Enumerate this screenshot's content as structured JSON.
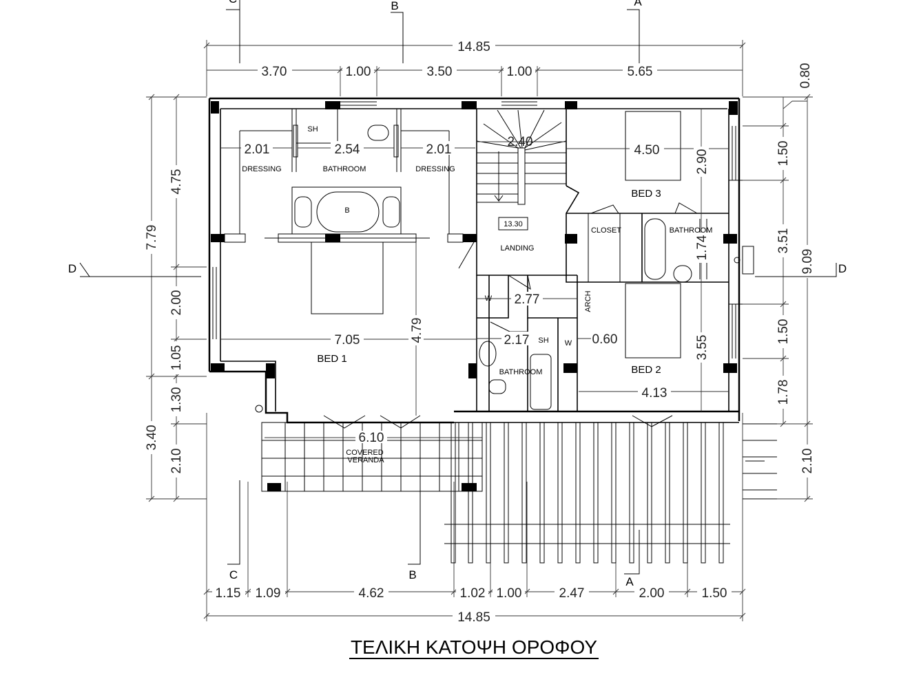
{
  "title": "ΤΕΛΙΚΗ ΚΑΤΟΨΗ ΟΡΟΦΟΥ",
  "sections": {
    "A": "A",
    "B": "B",
    "C": "C",
    "D": "D"
  },
  "dimensions_top": {
    "overall": "14.85",
    "d1": "3.70",
    "d2": "1.00",
    "d3": "3.50",
    "d4": "1.00",
    "d5": "5.65"
  },
  "dimensions_bottom": {
    "overall": "14.85",
    "d1": "1.15",
    "d2": "1.09",
    "d3": "4.62",
    "d4": "1.02",
    "d5": "1.00",
    "d6": "2.47",
    "d7": "2.00",
    "d8": "1.50"
  },
  "dimensions_left": {
    "outer_top": "7.79",
    "outer_bottom": "3.40",
    "d1": "4.75",
    "d2": "2.00",
    "d3": "1.05",
    "d4": "1.30",
    "d5": "2.10"
  },
  "dimensions_right": {
    "outer": "9.09",
    "d0": "0.80",
    "d1": "1.50",
    "d2": "3.51",
    "d3": "1.50",
    "d4": "1.78",
    "d5": "2.10"
  },
  "interior_dimensions": {
    "dressing_left": "2.01",
    "bathroom_width": "2.54",
    "dressing_right": "2.01",
    "stair": "2.40",
    "bed3_width": "4.50",
    "bed3_depth": "2.90",
    "bed1_width": "7.05",
    "bed1_depth": "4.79",
    "veranda_width": "6.10",
    "corridor": "2.77",
    "bath_width": "2.17",
    "w_width": "0.60",
    "bed2_width": "4.13",
    "bed2_depth": "3.55",
    "bath3_depth": "1.74"
  },
  "rooms": {
    "sh": "SH",
    "dressing_left": "DRESSING",
    "bathroom_master": "BATHROOM",
    "dressing_right": "DRESSING",
    "bath_tub": "B",
    "area_box": "13.30",
    "landing": "LANDING",
    "bed3": "BED 3",
    "closet": "CLOSET",
    "bathroom3": "BATHROOM",
    "w1": "W",
    "arch": "ARCH",
    "sh2": "SH",
    "w2": "W",
    "bathroom2": "BATHROOM",
    "bed1": "BED 1",
    "bed2": "BED 2",
    "veranda": "COVERED\nVERANDA"
  }
}
